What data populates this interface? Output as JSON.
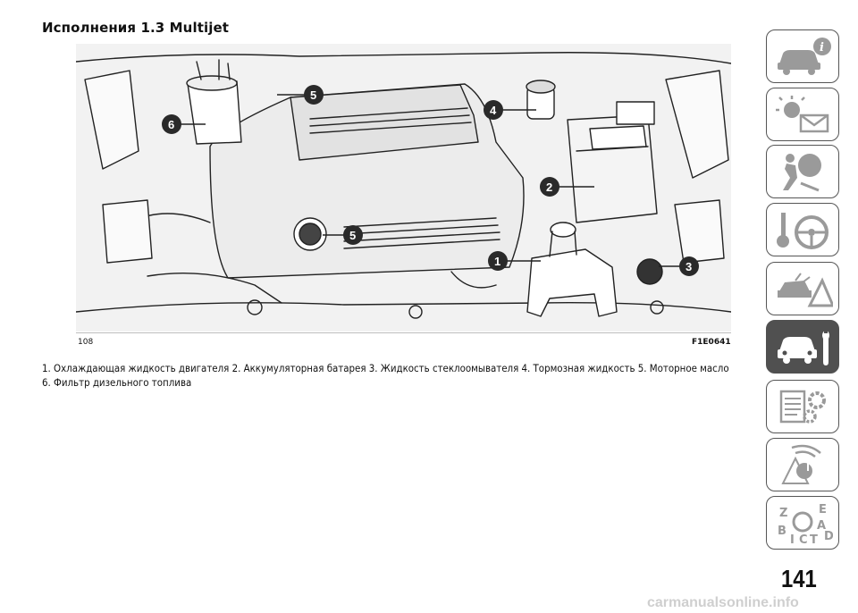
{
  "page": {
    "section_title": "Исполнения 1.3 Multijet",
    "page_number": "141",
    "watermark": "carmanualsonline.info"
  },
  "figure": {
    "number": "108",
    "code": "F1E0641",
    "callouts": [
      "1",
      "2",
      "3",
      "4",
      "5",
      "5",
      "6"
    ]
  },
  "caption": {
    "line1": "1. Охлаждающая жидкость двигателя 2. Аккумуляторная батарея 3. Жидкость стеклоомывателя 4. Тормозная жидкость 5. Моторное масло",
    "line2": "6. Фильтр дизельного топлива"
  },
  "side_tabs": [
    {
      "icon": "car-info-icon",
      "active": false
    },
    {
      "icon": "warning-light-message-icon",
      "active": false
    },
    {
      "icon": "airbag-safety-icon",
      "active": false
    },
    {
      "icon": "key-steering-wheel-icon",
      "active": false
    },
    {
      "icon": "emergency-triangle-icon",
      "active": false
    },
    {
      "icon": "car-wrench-icon",
      "active": true
    },
    {
      "icon": "specifications-gear-icon",
      "active": false
    },
    {
      "icon": "multimedia-note-icon",
      "active": false
    },
    {
      "icon": "alphabetical-index-icon",
      "active": false
    }
  ]
}
